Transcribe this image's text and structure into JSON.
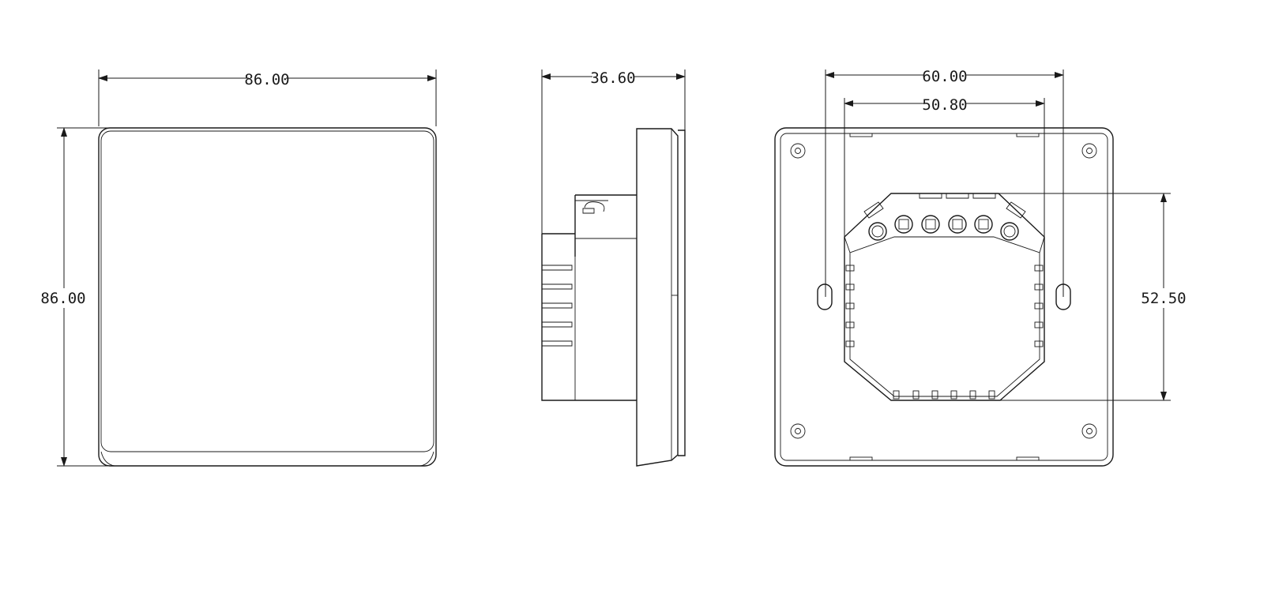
{
  "dimensions": {
    "front_width": "86.00",
    "front_height": "86.00",
    "side_depth": "36.60",
    "back_mount_outer": "60.00",
    "back_mount_inner": "50.80",
    "back_box_height": "52.50"
  }
}
